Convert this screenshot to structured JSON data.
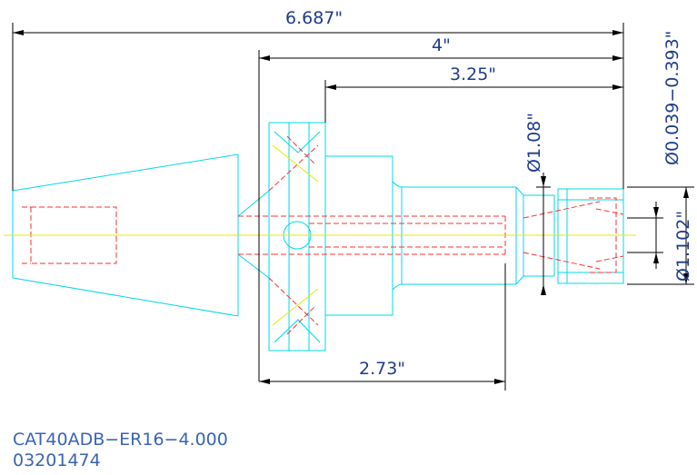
{
  "dimensions": {
    "overall_length": "6.687\"",
    "gauge_length": "4\"",
    "body_length": "3.25\"",
    "shank_length": "2.73\"",
    "collet_range": "Ø0.039−0.393\"",
    "nut_diameter": "Ø1.08\"",
    "clamp_diameter": "Ø1.102\""
  },
  "title_block": {
    "part_number": "CAT40ADB−ER16−4.000",
    "catalog_number": "03201474"
  },
  "colors": {
    "outline": "#00d8e8",
    "hidden_lines": "#ff3030",
    "centerline": "#e8e800",
    "dimension_lines": "#000000",
    "text": "#1e3c8c"
  }
}
